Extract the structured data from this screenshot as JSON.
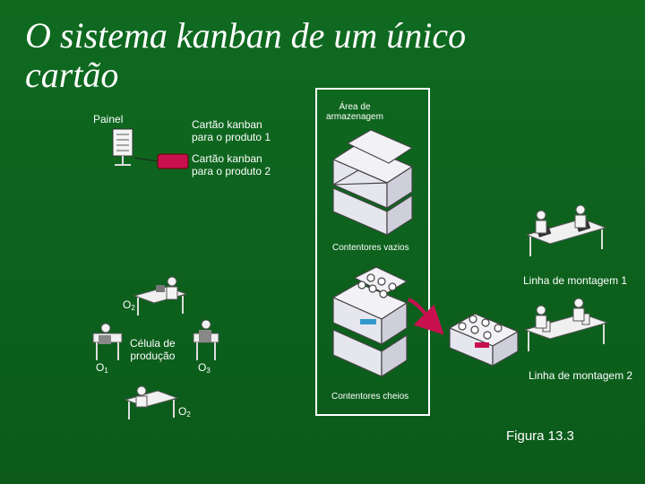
{
  "slide": {
    "title": "O sistema kanban de um único cartão",
    "figure_label": "Figura 13.3"
  },
  "labels": {
    "painel": "Painel",
    "card_product1": [
      "Cartão kanban",
      "para o produto 1"
    ],
    "card_product2": [
      "Cartão kanban",
      "para o produto 2"
    ],
    "storage_area": [
      "Área de",
      "armazenagem"
    ],
    "empty_containers": "Contentores vazios",
    "full_containers": "Contentores cheios",
    "assembly_line_1": "Linha de montagem 1",
    "assembly_line_2": "Linha de montagem 2",
    "production_cell": [
      "Célula de",
      "produção"
    ]
  },
  "operators": [
    {
      "base": "O",
      "sub": "2"
    },
    {
      "base": "O",
      "sub": "1"
    },
    {
      "base": "O",
      "sub": "3"
    },
    {
      "base": "O",
      "sub": "2"
    }
  ],
  "colors": {
    "background": "#0d5e1c",
    "kanban_card": "#c8104f",
    "container": "#e8e8f0",
    "arrow": "#c8104f"
  },
  "icons": [
    "panel-icon",
    "kanban-card-icon",
    "empty-container-stack-icon",
    "full-container-stack-icon",
    "worker-icon",
    "workbench-icon",
    "flow-arrow-icon"
  ]
}
